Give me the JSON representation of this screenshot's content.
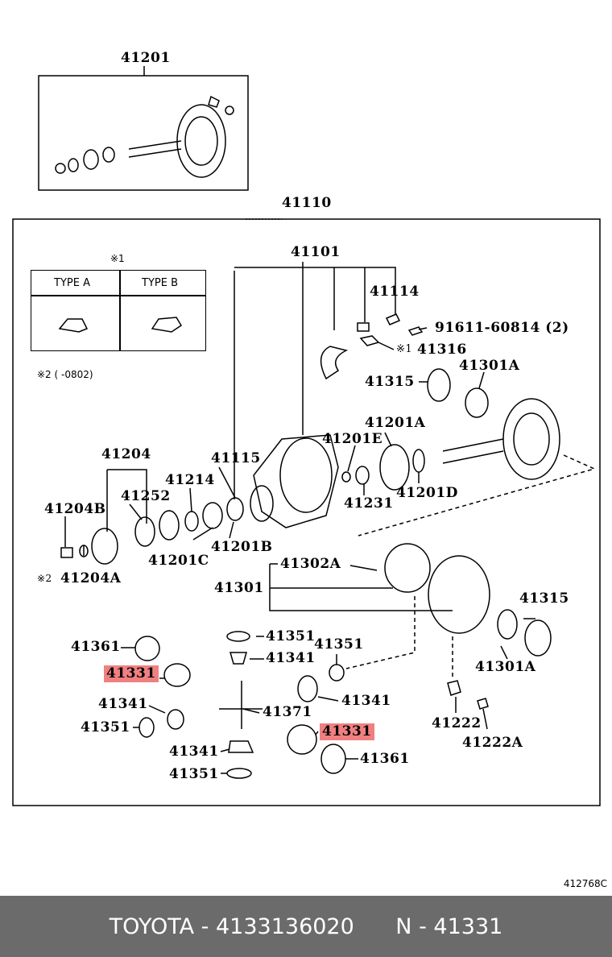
{
  "labels": {
    "l41201_top": "41201",
    "l41110": "41110",
    "l41101": "41101",
    "l41114": "41114",
    "l91611": "91611-60814 (2)",
    "l41316_mark": "※1",
    "l41316": "41316",
    "l41315_a": "41315",
    "l41301A_a": "41301A",
    "l41201A": "41201A",
    "l41201E": "41201E",
    "l41204": "41204",
    "l41115": "41115",
    "l41214": "41214",
    "l41252": "41252",
    "l41204B": "41204B",
    "l41204A_mark": "※2",
    "l41204A": "41204A",
    "l41201C": "41201C",
    "l41201B": "41201B",
    "l41231": "41231",
    "l41201D": "41201D",
    "l41302A": "41302A",
    "l41301": "41301",
    "l41315_b": "41315",
    "l41301A_b": "41301A",
    "l41361_a": "41361",
    "l41331_a": "41331",
    "l41351_a": "41351",
    "l41341_a": "41341",
    "l41351_b": "41351",
    "l41341_b": "41341",
    "l41371": "41371",
    "l41341_c": "41341",
    "l41351_c": "41351",
    "l41341_d": "41341",
    "l41351_d": "41351",
    "l41331_b": "41331",
    "l41361_b": "41361",
    "l41222": "41222",
    "l41222A": "41222A"
  },
  "table": {
    "mark": "※1",
    "col_a": "TYPE A",
    "col_b": "TYPE B"
  },
  "note2": "※2 (          -0802)",
  "diagram_code": "412768C",
  "footer": {
    "brand": "TOYOTA",
    "part_number": "4133136020",
    "sep1": " - ",
    "gap": "      N - ",
    "ref": "41331"
  },
  "colors": {
    "highlight": "#f08080",
    "footer_bg": "#6b6b6b"
  }
}
